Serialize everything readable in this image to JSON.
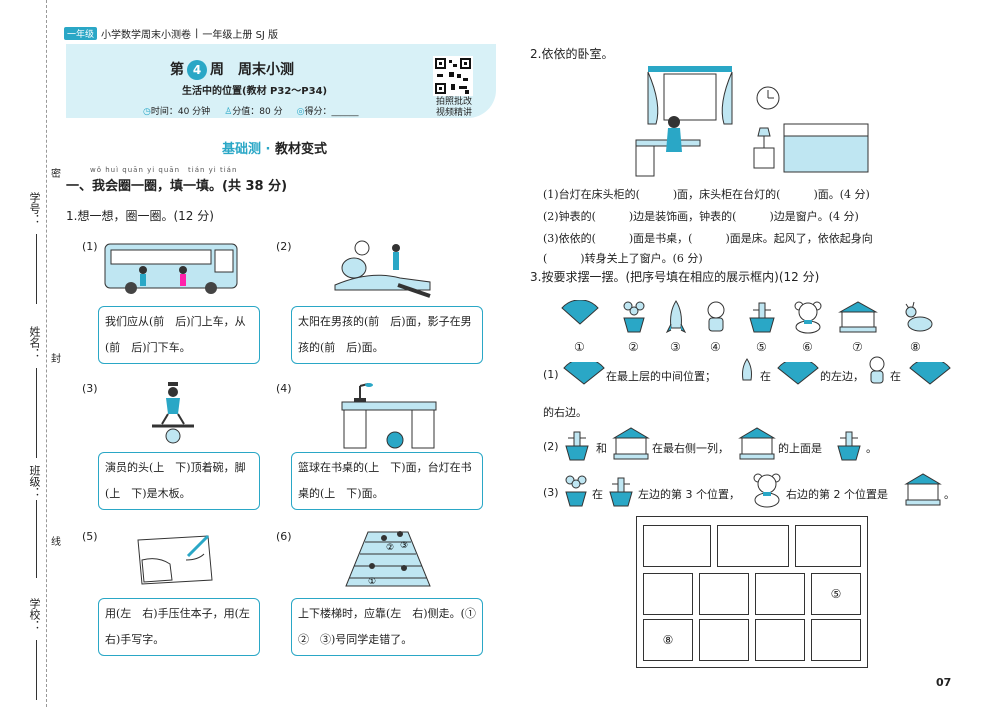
{
  "topbar": {
    "grade": "一年级",
    "series": "小学数学周末小测卷",
    "edition": "一年级上册 SJ 版"
  },
  "margin": {
    "student_id": "学号：",
    "name": "姓名：",
    "class": "班级：",
    "school": "学校：",
    "cut_marks": [
      "密",
      "封",
      "线"
    ]
  },
  "header": {
    "prefix": "第",
    "week": "4",
    "suffix": "周　周末小测",
    "subtitle": "生活中的位置(教材 P32～P34)",
    "time": "时间：40 分钟",
    "points": "分值：80 分",
    "score": "得分：______",
    "qr_caption_1": "拍照批改",
    "qr_caption_2": "视频精讲"
  },
  "section": {
    "title": "基础测",
    "subtitle": "教材变式"
  },
  "part1": {
    "pinyin": "wǒ huì quān yi quān　tián yi tián",
    "title": "一、我会圈一圈，填一填。(共 38 分)"
  },
  "q1": {
    "title": "1.想一想，圈一圈。(12 分)",
    "items": [
      {
        "n": "(1)",
        "text": "我们应从(前　后)门上车，从(前　后)门下车。"
      },
      {
        "n": "(2)",
        "text": "太阳在男孩的(前　后)面，影子在男孩的(前　后)面。"
      },
      {
        "n": "(3)",
        "text": "演员的头(上　下)顶着碗，脚(上　下)是木板。"
      },
      {
        "n": "(4)",
        "text": "篮球在书桌的(上　下)面，台灯在书桌的(上　下)面。"
      },
      {
        "n": "(5)",
        "text": "用(左　右)手压住本子，用(左　右)手写字。"
      },
      {
        "n": "(6)",
        "text": "上下楼梯时，应靠(左　右)侧走。(①　②　③)号同学走错了。"
      }
    ]
  },
  "q2": {
    "title": "2.依依的卧室。",
    "lines": [
      "(1)台灯在床头柜的(　　　)面，床头柜在台灯的(　　　)面。(4 分)",
      "(2)钟表的(　　　)边是装饰画，钟表的(　　　)边是窗户。(4 分)",
      "(3)依依的(　　　)面是书桌，(　　　)面是床。起风了，依依起身向",
      "(　　　)转身关上了窗户。(6 分)"
    ]
  },
  "q3": {
    "title": "3.按要求摆一摆。(把序号填在相应的展示框内)(12 分)",
    "items": [
      {
        "label": "①",
        "icon": "fan-icon"
      },
      {
        "label": "②",
        "icon": "flower-pot-icon"
      },
      {
        "label": "③",
        "icon": "rocket-icon"
      },
      {
        "label": "④",
        "icon": "astronaut-icon"
      },
      {
        "label": "⑤",
        "icon": "cactus-icon"
      },
      {
        "label": "⑥",
        "icon": "teddy-bear-icon"
      },
      {
        "label": "⑦",
        "icon": "carousel-icon"
      },
      {
        "label": "⑧",
        "icon": "deer-icon"
      }
    ],
    "s1": {
      "a": "(1)",
      "b": "在最上层的中间位置；",
      "c": "在",
      "d": "的左边，",
      "e": "在",
      "f": "的右边。"
    },
    "s2": {
      "a": "(2)",
      "b": "和",
      "c": "在最右侧一列，",
      "d": "的上面是",
      "e": "。"
    },
    "s3": {
      "a": "(3)",
      "b": "在",
      "c": "左边的第 3 个位置，",
      "d": "右边的第 2 个位置是",
      "e": "。"
    },
    "grid_marks": [
      "⑤",
      "⑧"
    ]
  },
  "page_number": "07"
}
